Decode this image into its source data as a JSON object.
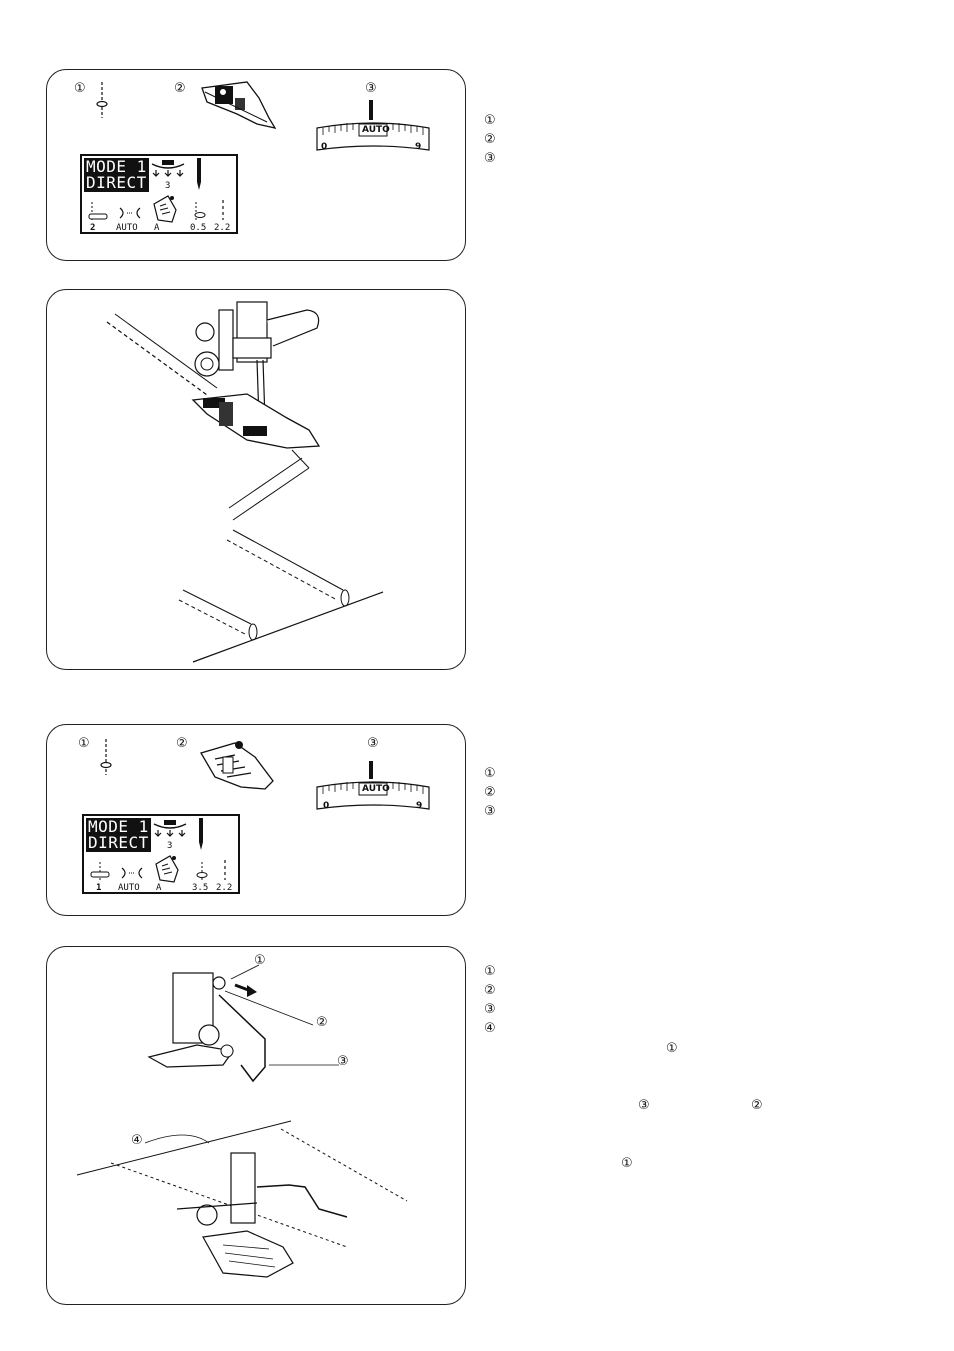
{
  "markers": {
    "one": "①",
    "two": "②",
    "three": "③",
    "four": "④"
  },
  "panel1": {
    "lcd": {
      "mode_line1": "MODE 1",
      "mode_line2": "DIRECT",
      "pressure": "3",
      "tension": "2",
      "feed": "AUTO",
      "foot": "A",
      "width": "0.5",
      "length": "2.2"
    },
    "dial": {
      "label_auto": "AUTO",
      "label_min": "0",
      "label_max": "9"
    }
  },
  "panel3": {
    "lcd": {
      "mode_line1": "MODE 1",
      "mode_line2": "DIRECT",
      "pressure": "3",
      "tension": "1",
      "feed": "AUTO",
      "foot": "A",
      "width": "3.5",
      "length": "2.2"
    },
    "dial": {
      "label_auto": "AUTO",
      "label_min": "0",
      "label_max": "9"
    }
  }
}
